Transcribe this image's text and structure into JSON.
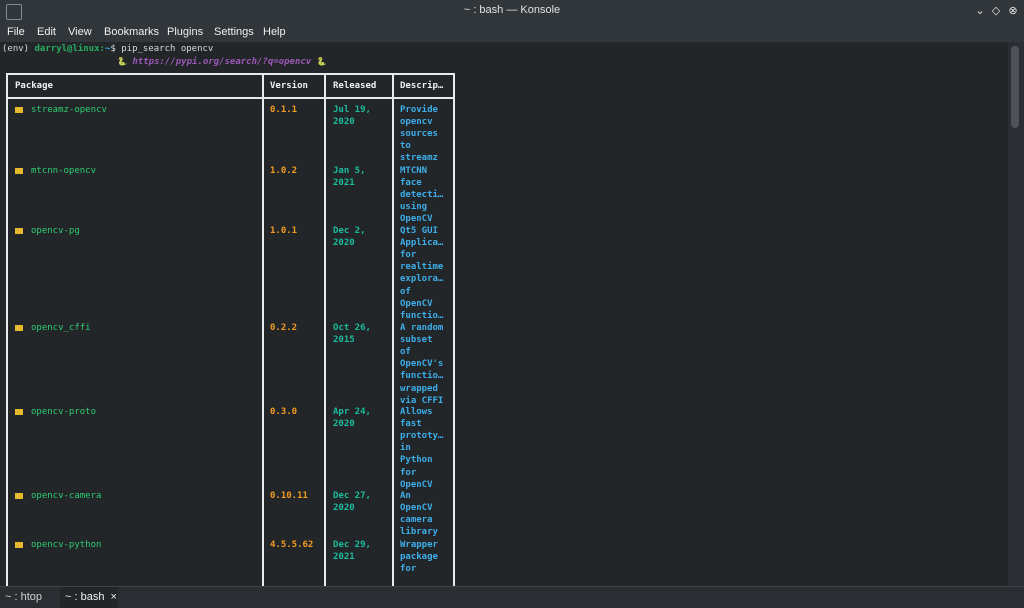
{
  "window": {
    "title": "~ : bash — Konsole"
  },
  "menu": [
    "File",
    "Edit",
    "View",
    "Bookmarks",
    "Plugins",
    "Settings",
    "Help"
  ],
  "prompt": {
    "env": "(env) ",
    "userhost": "darryl@linux:",
    "path": "~",
    "symbol": "$ ",
    "command": "pip_search opencv"
  },
  "url_line": {
    "url": "https://pypi.org/search/?q=opencv"
  },
  "table": {
    "headers": [
      "Package",
      "Version",
      "Released",
      "Descrip…"
    ],
    "rows": [
      {
        "package": "streamz-opencv",
        "version": "0.1.1",
        "released": [
          "Jul 19,",
          "2020"
        ],
        "description": [
          "Provide",
          "opencv",
          "sources",
          "to",
          "streamz"
        ]
      },
      {
        "package": "mtcnn-opencv",
        "version": "1.0.2",
        "released": [
          "Jan 5,",
          "2021"
        ],
        "description": [
          "MTCNN",
          "face",
          "detecti…",
          "using",
          "OpenCV"
        ]
      },
      {
        "package": "opencv-pg",
        "version": "1.0.1",
        "released": [
          "Dec 2,",
          "2020"
        ],
        "description": [
          "Qt5 GUI",
          "Applica…",
          "for",
          "realtime",
          "explora…",
          "of",
          "OpenCV",
          "functio…"
        ]
      },
      {
        "package": "opencv_cffi",
        "version": "0.2.2",
        "released": [
          "Oct 26,",
          "2015"
        ],
        "description": [
          "A random",
          "subset",
          "of",
          "OpenCV's",
          "functio…",
          "wrapped",
          "via CFFI"
        ]
      },
      {
        "package": "opencv-proto",
        "version": "0.3.0",
        "released": [
          "Apr 24,",
          "2020"
        ],
        "description": [
          "Allows",
          "fast",
          "prototy…",
          "in",
          "Python",
          "for",
          "OpenCV"
        ]
      },
      {
        "package": "opencv-camera",
        "version": "0.10.11",
        "released": [
          "Dec 27,",
          "2020"
        ],
        "description": [
          "An",
          "OpenCV",
          "camera",
          "library"
        ]
      },
      {
        "package": "opencv-python",
        "version": "4.5.5.62",
        "released": [
          "Dec 29,",
          "2021"
        ],
        "description": [
          "Wrapper",
          "package",
          "for"
        ]
      }
    ]
  },
  "tabs": [
    {
      "label": "~ : htop",
      "active": false
    },
    {
      "label": "~ : bash",
      "active": true
    }
  ],
  "icons": {
    "close": "×",
    "minimize": "⌄",
    "maximize": "◇",
    "close_window": "⊗",
    "snake": "🐍"
  },
  "colors": {
    "package": "#2ecc71",
    "version": "#f39c1f",
    "released": "#1abc9c",
    "description": "#3daee9"
  }
}
